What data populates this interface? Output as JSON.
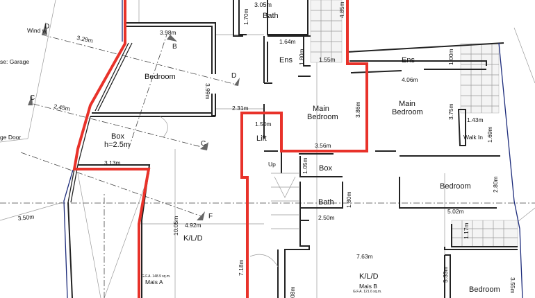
{
  "colors": {
    "boundary": "#e8322a",
    "walls": "#222222",
    "site_edge": "#1b2a7a"
  },
  "rooms": {
    "bath_top": "Bath",
    "bedroom_a": "Bedroom",
    "garage": "se: Garage",
    "garage_door": "ge Door",
    "window": "Wind w",
    "box_a": "Box",
    "box_a_height": "h=2.5m",
    "ens_left": "Ens",
    "ens_right": "Ens",
    "main_bed_left_1": "Main",
    "main_bed_left_2": "Bedroom",
    "main_bed_right_1": "Main",
    "main_bed_right_2": "Bedroom",
    "walk_in": "Walk In",
    "lift": "Lift",
    "up": "Up",
    "box_b": "Box",
    "bath_b": "Bath",
    "bedroom_b1": "Bedroom",
    "bedroom_b2": "Bedroom",
    "kld_a": "K/L/D",
    "kld_b": "K/L/D",
    "mais_a": "Mais A",
    "gfa_a": "G.F.A. 148.9 sq.m.",
    "mais_b": "Mais B",
    "gfa_b": "G.F.A. 121.6 sq.m."
  },
  "section_marks": {
    "d1": "D",
    "d2": "D",
    "b": "B",
    "c1": "C",
    "c2": "C",
    "f": "F"
  },
  "dimensions": {
    "d305": "3.05m",
    "d170": "1.70m",
    "d485": "4.85m",
    "d329": "3.29m",
    "d398": "3.98m",
    "d399": "3.99m",
    "d245": "2.45m",
    "d231": "2.31m",
    "d164": "1.64m",
    "d180a": "1.80m",
    "d155": "1.55m",
    "d100": "1.00m",
    "d406": "4.06m",
    "d386": "3.86m",
    "d375": "3.75m",
    "d143": "1.43m",
    "d169": "1.69m",
    "d150": "1.50m",
    "d356": "3.56m",
    "d313": "3.13m",
    "d105": "1.05m",
    "d280": "2.80m",
    "d180b": "1.80m",
    "d250": "2.50m",
    "d502": "5.02m",
    "d350": "3.50m",
    "d492": "4.92m",
    "d1005": "10.05m",
    "d117": "1.17m",
    "d763": "7.63m",
    "d718": "7.18m",
    "d533": "5.33m",
    "d355": "3.55m",
    "d08": "08m"
  }
}
